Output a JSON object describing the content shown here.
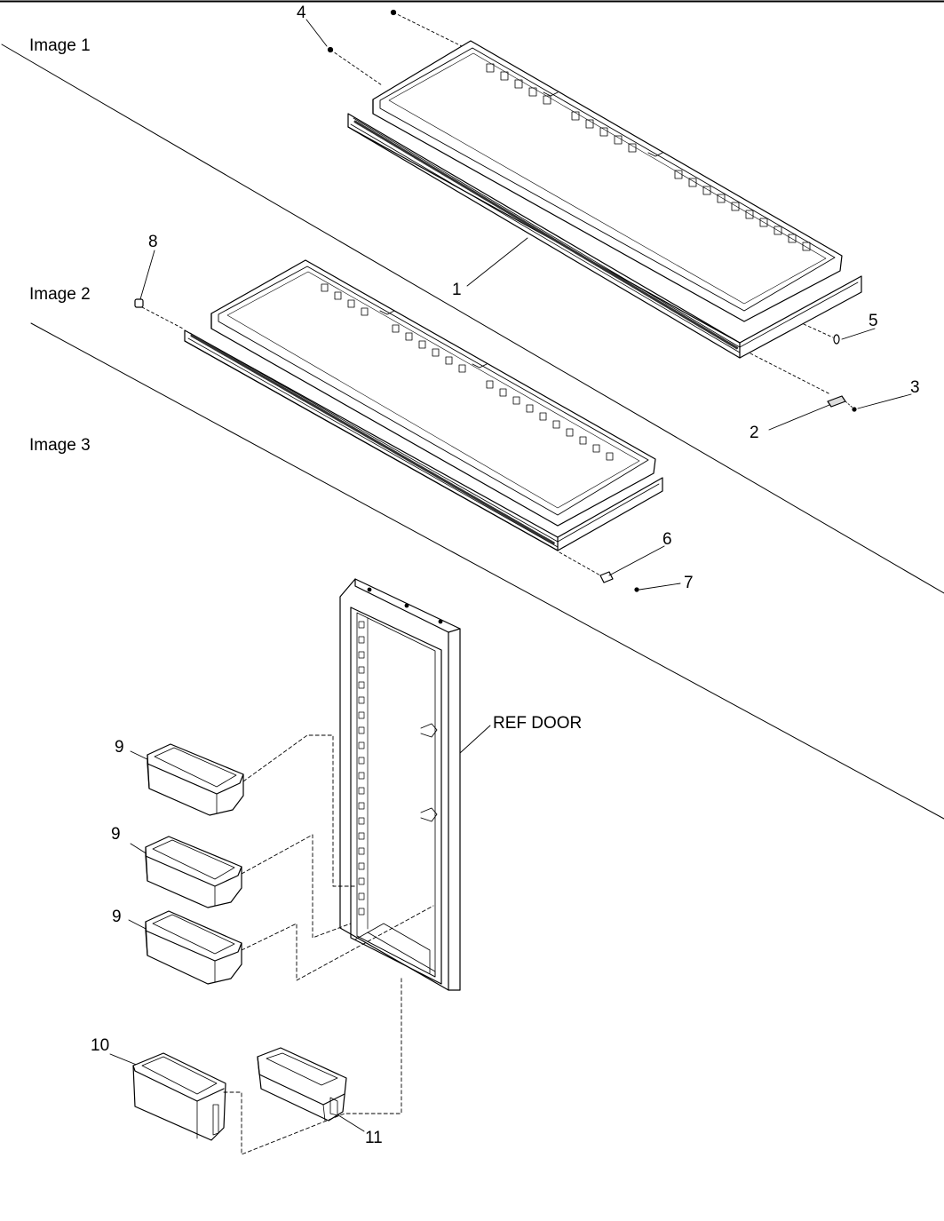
{
  "sections": {
    "image1": "Image 1",
    "image2": "Image 2",
    "image3": "Image 3"
  },
  "callouts": {
    "p1": "1",
    "p2": "2",
    "p3": "3",
    "p4": "4",
    "p5": "5",
    "p6": "6",
    "p7": "7",
    "p8": "8",
    "p9a": "9",
    "p9b": "9",
    "p9c": "9",
    "p10": "10",
    "p11": "11"
  },
  "door_label": "REF DOOR",
  "colors": {
    "line": "#000000",
    "background": "#ffffff"
  }
}
